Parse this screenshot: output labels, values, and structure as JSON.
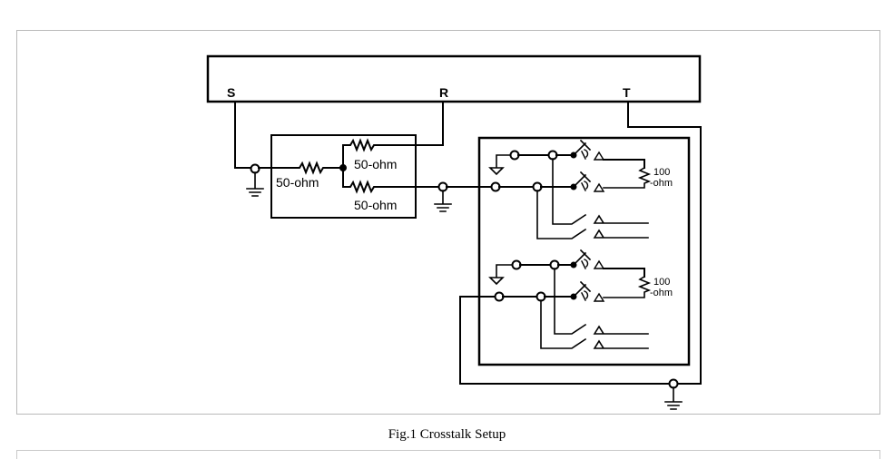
{
  "figure": {
    "caption": "Fig.1 Crosstalk Setup",
    "ports": {
      "s": "S",
      "r": "R",
      "t": "T"
    },
    "resistors": {
      "splitter_in": "50-ohm",
      "splitter_upper": "50-ohm",
      "splitter_lower": "50-ohm",
      "termination_upper": [
        "100",
        "-ohm"
      ],
      "termination_lower": [
        "100",
        "-ohm"
      ]
    }
  }
}
